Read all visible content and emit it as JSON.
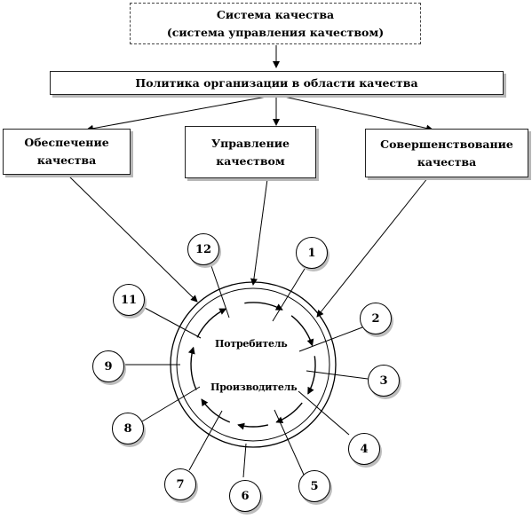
{
  "top_box": {
    "line1": "Система качества",
    "line2": "(система управления качеством)"
  },
  "policy_box": {
    "label": "Политика организации в области качества"
  },
  "left_box": {
    "line1": "Обеспечение",
    "line2": "качества"
  },
  "middle_box": {
    "line1": "Управление",
    "line2": "качеством"
  },
  "right_box": {
    "line1": "Совершенствование",
    "line2": "качества"
  },
  "cycle": {
    "consumer": "Потребитель",
    "producer": "Производитель"
  },
  "stages": [
    "1",
    "2",
    "3",
    "4",
    "5",
    "6",
    "7",
    "8",
    "9",
    "11",
    "12"
  ]
}
